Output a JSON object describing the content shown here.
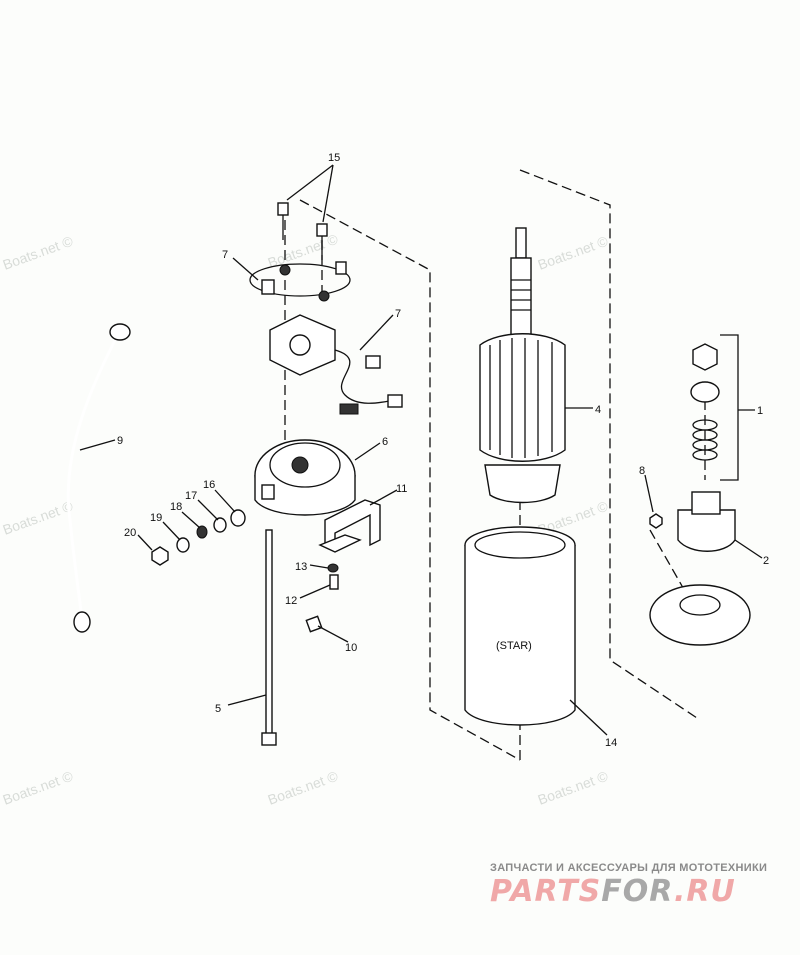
{
  "watermark": "Boats.net ©",
  "callouts": {
    "c1": "1",
    "c2": "2",
    "c4": "4",
    "c5": "5",
    "c6": "6",
    "c7a": "7",
    "c7b": "7",
    "c8": "8",
    "c9": "9",
    "c10": "10",
    "c11": "11",
    "c12": "12",
    "c13": "13",
    "c14": "14",
    "c15": "15",
    "c16": "16",
    "c17": "17",
    "c18": "18",
    "c19": "19",
    "c20": "20"
  },
  "frame_label": "(STAR)",
  "brand": {
    "subtitle": "ЗАПЧАСТИ И АКСЕССУАРЫ ДЛЯ МОТОТЕХНИКИ",
    "logo_part1": "PARTS",
    "logo_part2": "FOR",
    "logo_part3": ".RU"
  },
  "colors": {
    "brand_pink": "#f0a8a8",
    "brand_gray": "#a8a8a8"
  }
}
